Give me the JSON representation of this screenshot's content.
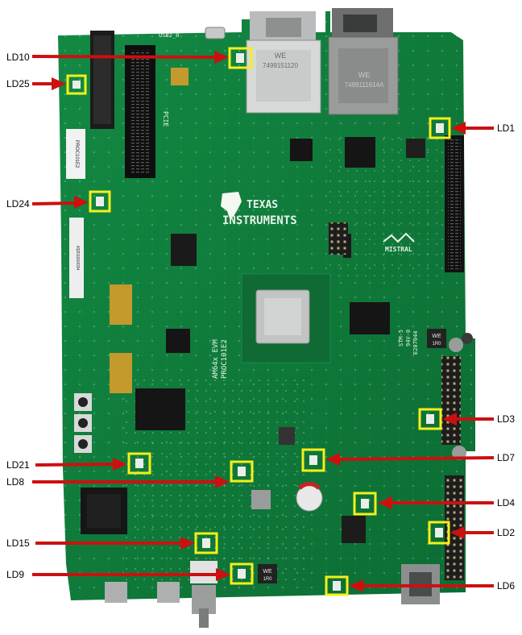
{
  "callout_labels": {
    "ld10": "LD10",
    "ld25": "LD25",
    "ld1": "LD1",
    "ld24": "LD24",
    "ld3": "LD3",
    "ld21": "LD21",
    "ld7": "LD7",
    "ld8": "LD8",
    "ld4": "LD4",
    "ld2": "LD2",
    "ld15": "LD15",
    "ld9": "LD9",
    "ld6": "LD6"
  },
  "board": {
    "brand_line1": "TEXAS",
    "brand_line2": "INSTRUMENTS",
    "partner_logo": "MISTRAL",
    "usb_label": "USB2_0",
    "pcie_label": "PCIE",
    "proc_sticker": "PROC101E2",
    "barcode_sticker": "43201010034",
    "ethernet_1": "7499151120",
    "ethernet_2": "7499111614A",
    "ethernet_brand": "WE",
    "part_number_line1": "AM64x EVM",
    "part_number_line2": "PROC101E2",
    "cert_line1": "STM-5",
    "cert_line2": "94V-0",
    "cert_line3": "E207044",
    "inductor_mark": "WE",
    "inductor_value": "1R0"
  },
  "colors": {
    "pcb_green": "#0f7a3a",
    "highlight_box": "#f5f01a",
    "arrow": "#cc1010"
  }
}
